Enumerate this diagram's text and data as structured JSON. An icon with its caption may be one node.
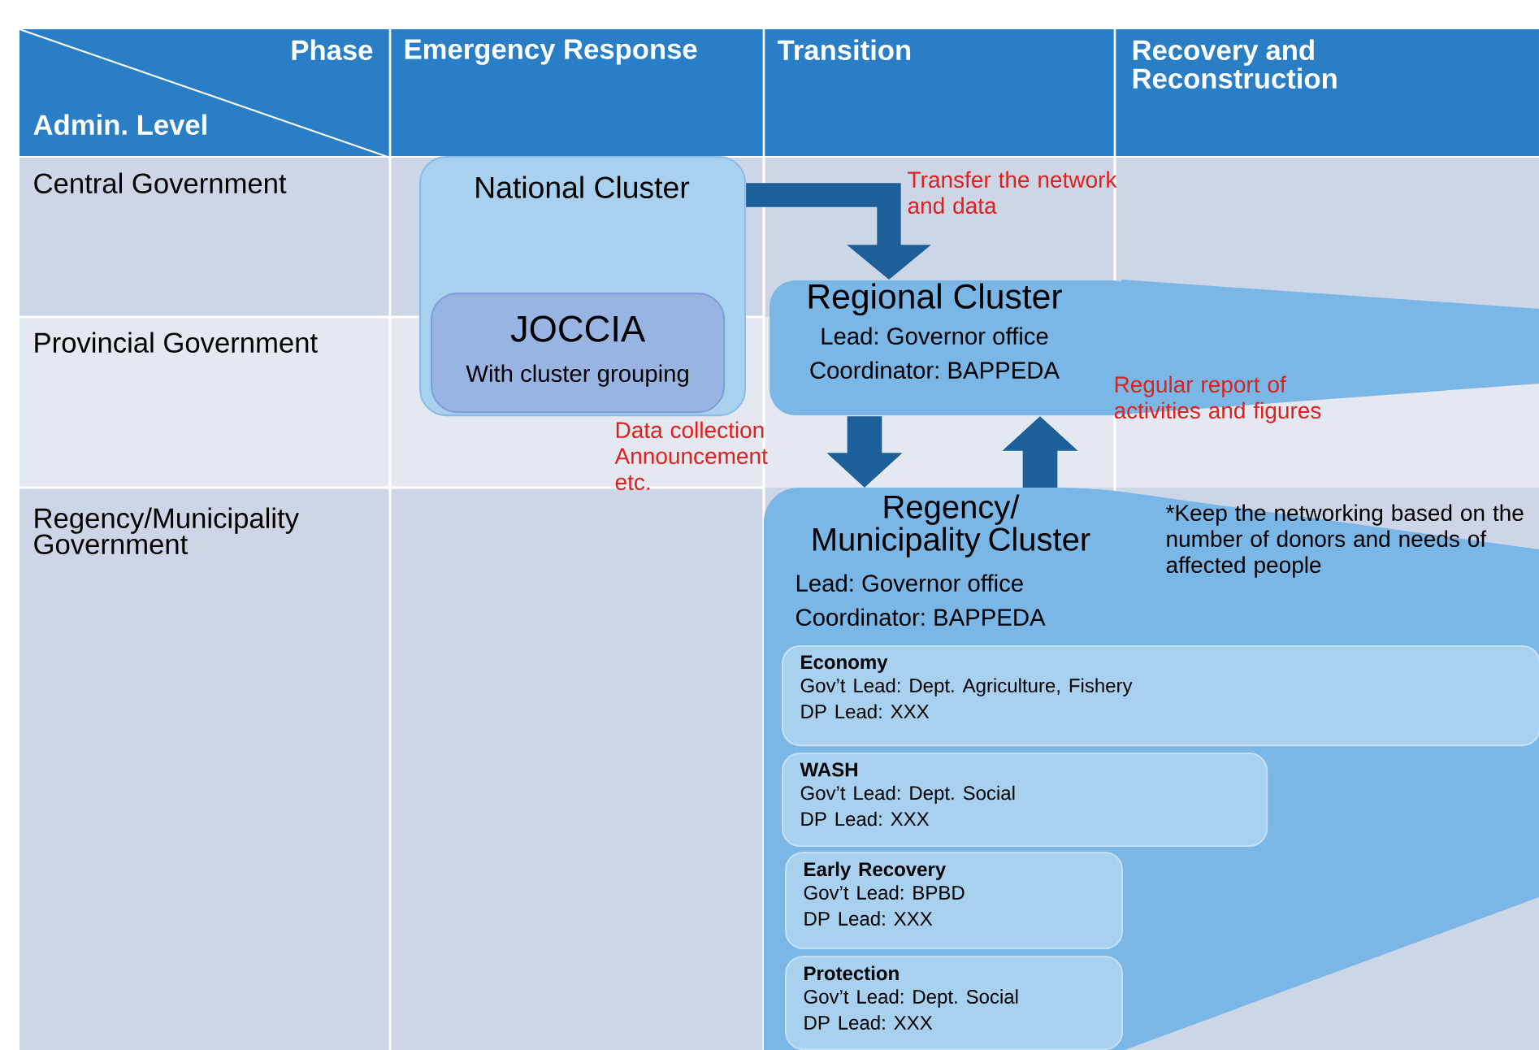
{
  "diagram": {
    "nodes": [
      {
        "text": [
          "National Cluster"
        ]
      },
      {
        "text": [
          "JOCCIA",
          "With cluster grouping"
        ],
        "in": 0
      },
      {
        "text": [
          "Regional Cluster",
          "Lead: Governor office",
          "Coordinator: BAPPEDA"
        ]
      },
      {
        "text": [
          "Regency/ Municipality Cluster",
          "Lead: Governor office",
          "Coordinator: BAPPEDA",
          "*Keep the networking based on the number of donors and needs of affected people"
        ]
      },
      {
        "text": [
          "Economy",
          "Gov’t Lead: Dept. Agriculture, Fishery",
          "DP Lead: XXX"
        ],
        "in": 3
      },
      {
        "text": [
          "WASH",
          "Gov’t Lead: Dept. Social",
          "DP Lead: XXX"
        ],
        "in": 3
      },
      {
        "text": [
          "Early Recovery",
          "Gov’t Lead: BPBD",
          "DP Lead: XXX"
        ],
        "in": 3
      },
      {
        "text": [
          "Protection",
          "Gov’t Lead: Dept. Social",
          "DP Lead: XXX"
        ],
        "in": 3
      }
    ],
    "edges": [
      {
        "from": 0,
        "to": 2,
        "arrow": "to",
        "label": "Transfer the network and data"
      },
      {
        "from": 2,
        "to": 3,
        "arrow": "to",
        "label": "Data collection Announcement etc."
      },
      {
        "from": 3,
        "to": 2,
        "arrow": "to",
        "label": "Regular report of activities and figures"
      }
    ],
    "labels": [
      "Phase",
      "Admin. Level",
      "Emergency Response",
      "Transition",
      "Recovery and Reconstruction",
      "Central Government",
      "Provincial Government",
      "Regency/Municipality Government"
    ]
  }
}
